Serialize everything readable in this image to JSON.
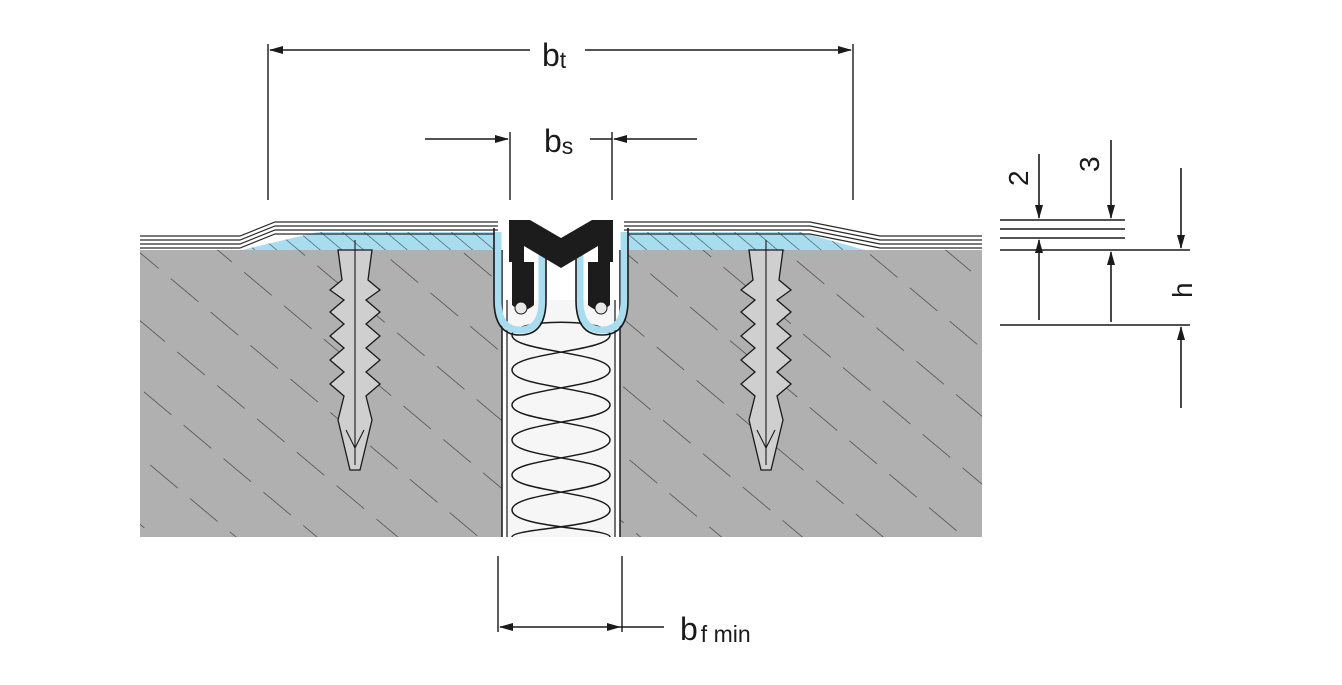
{
  "colors": {
    "concrete": "#b0b0b0",
    "hatch": "#3a3a3a",
    "profile_metal": "#8e8e8e",
    "adhesive": "#a8dcef",
    "seal": "#1c1c1c",
    "filler": "#f3f3f3",
    "anchor": "#cfcfcf",
    "line": "#1a1a1a"
  },
  "labels": {
    "b_t": {
      "main": "b",
      "sub": "t"
    },
    "b_s": {
      "main": "b",
      "sub": "s"
    },
    "b_f_min": {
      "main": "b",
      "sub": "f min"
    },
    "dim_2": "2",
    "dim_3": "3",
    "dim_h": "h"
  }
}
